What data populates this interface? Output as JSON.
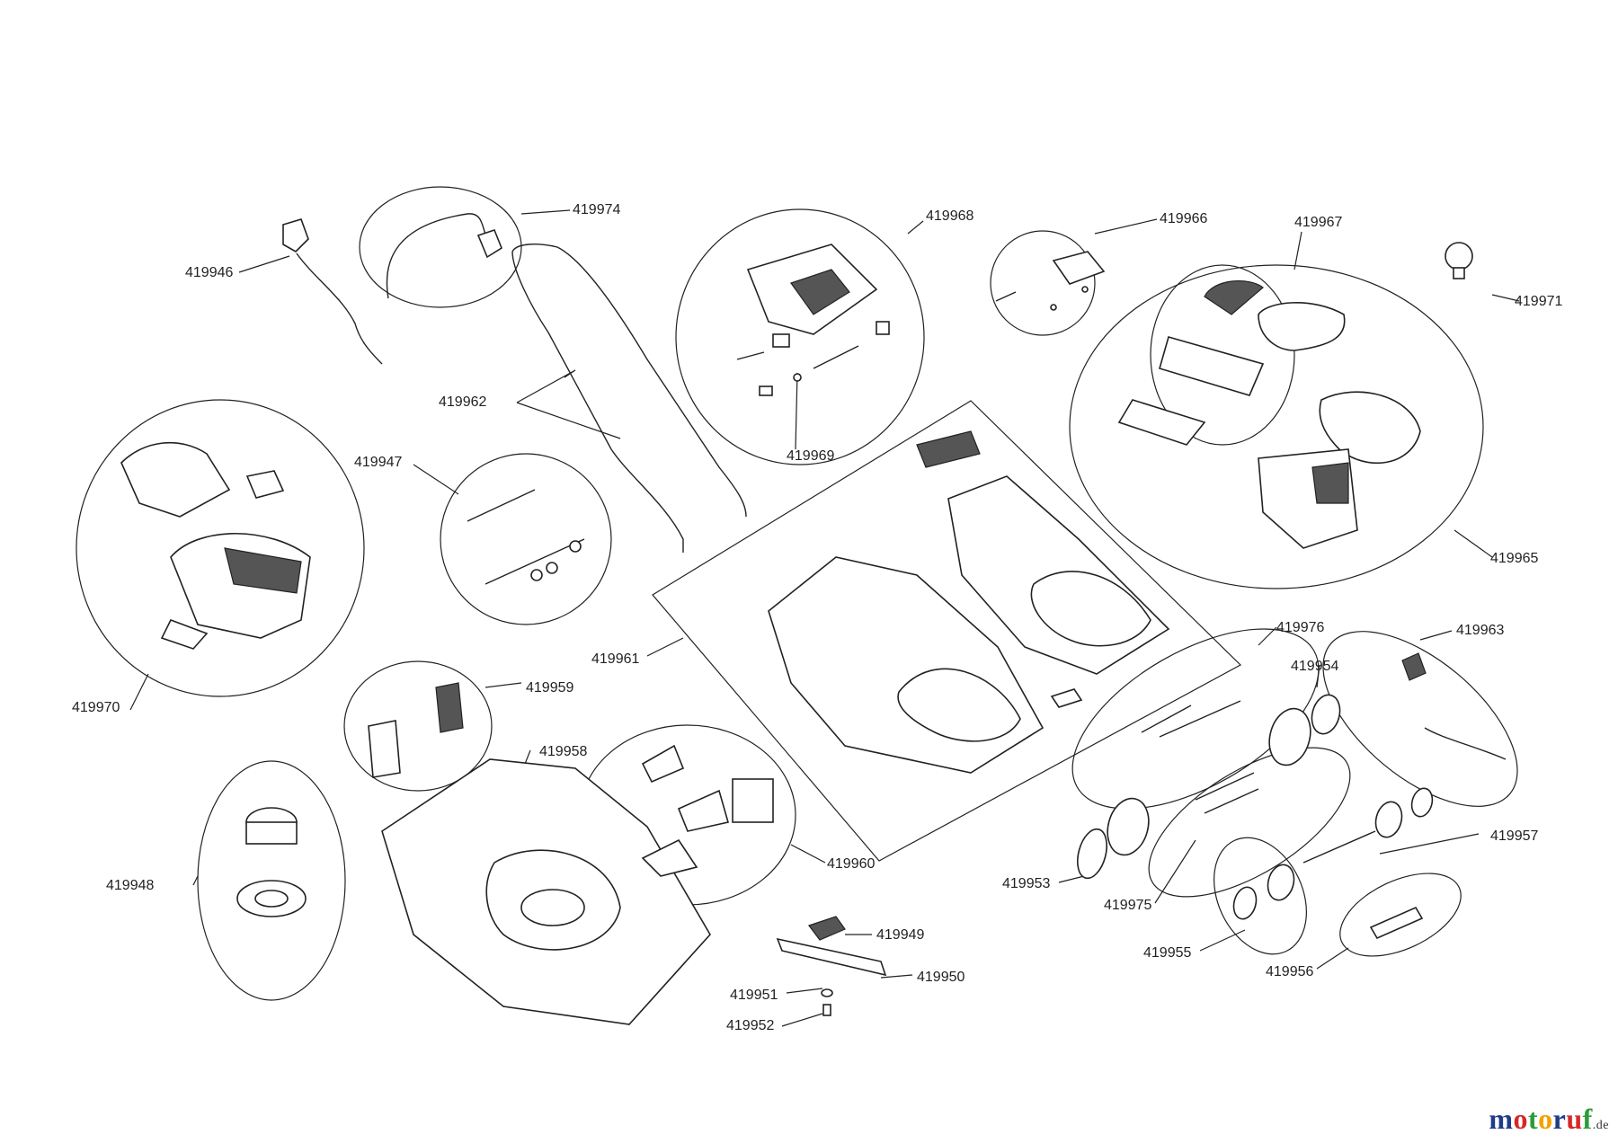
{
  "labels": {
    "419946": "419946",
    "419974": "419974",
    "419968": "419968",
    "419966": "419966",
    "419967": "419967",
    "419971": "419971",
    "419962": "419962",
    "419969": "419969",
    "419947": "419947",
    "419965": "419965",
    "419961": "419961",
    "419976": "419976",
    "419963": "419963",
    "419954": "419954",
    "419970": "419970",
    "419959": "419959",
    "419958": "419958",
    "419960": "419960",
    "419948": "419948",
    "419957": "419957",
    "419953": "419953",
    "419975": "419975",
    "419949": "419949",
    "419950": "419950",
    "419951": "419951",
    "419952": "419952",
    "419955": "419955",
    "419956": "419956"
  },
  "logo": {
    "m": "m",
    "o1": "o",
    "t": "t",
    "o2": "o",
    "r": "r",
    "u": "u",
    "f": "f",
    "tld": ".de",
    "colors": [
      "#1f3c88",
      "#d62828",
      "#2a9d3a",
      "#f4a100",
      "#1f3c88",
      "#d62828",
      "#2a9d3a"
    ]
  }
}
